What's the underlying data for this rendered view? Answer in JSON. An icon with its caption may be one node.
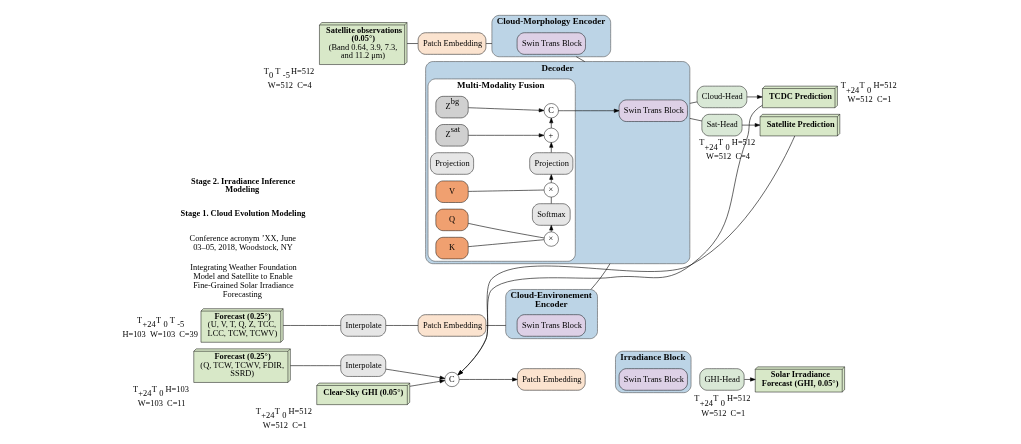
{
  "diagram": {
    "nodes": [
      {
        "text": [
          "Satellite observations (0.05°)",
          "(Band 0.64, 3.9, 7.3, and 11.2 μm)"
        ],
        "beside": [
          "T$_{0}$",
          "T$_{-5}$",
          "H=512",
          "W=512",
          "C=4"
        ]
      },
      {
        "text": [
          "Forecast (0.25°)",
          "(U, V, T, Q, Z, TCC, LCC, TCW, TCWV)"
        ],
        "beside": [
          "T$_{+24}$",
          "T$_{0}$",
          "T$_{-5}$",
          "H=103",
          "W=103",
          "C=39"
        ]
      },
      {
        "text": [
          "Patch Embedding"
        ]
      },
      {
        "text": [
          "Cloud-Morphology Encoder"
        ]
      },
      {
        "text": [
          "Swin Trans Block"
        ],
        "in": 3
      },
      {
        "text": [
          "Interpolate"
        ]
      },
      {
        "text": [
          "Patch Embedding"
        ]
      },
      {
        "text": [
          "Cloud-Environement Encoder"
        ]
      },
      {
        "text": [
          "Swin Trans Block"
        ],
        "in": 7
      },
      {
        "text": [
          "Decoder"
        ]
      },
      {
        "text": [
          "Multi-Modality Fusion"
        ],
        "in": 9
      },
      {
        "text": [
          "Z$^{sat}$"
        ],
        "in": 10
      },
      {
        "text": [
          "Z$^{bg}$"
        ],
        "in": 10
      },
      {
        "text": [
          "Projection"
        ],
        "in": 10
      },
      {
        "text": [
          "Q"
        ],
        "in": 10
      },
      {
        "text": [
          "K"
        ],
        "in": 10
      },
      {
        "text": [
          "V"
        ],
        "in": 10
      },
      {
        "text": [
          "×"
        ],
        "in": 10
      },
      {
        "text": [
          "Softmax"
        ],
        "in": 10
      },
      {
        "text": [
          "×"
        ],
        "in": 10
      },
      {
        "text": [
          "Projection"
        ],
        "in": 10
      },
      {
        "text": [
          "+"
        ],
        "in": 10
      },
      {
        "text": [
          "C"
        ],
        "in": 10
      },
      {
        "text": [
          "Swin Trans Block"
        ],
        "in": 9
      },
      {
        "text": [
          "Sat-Head"
        ]
      },
      {
        "text": [
          "Cloud-Head"
        ]
      },
      {
        "text": [
          "Satellite Prediction"
        ],
        "beside": [
          "T$_{+24}$",
          "T$_{0}$",
          "H=512",
          "W=512",
          "C=4"
        ]
      },
      {
        "text": [
          "TCDC Prediction"
        ],
        "beside": [
          "T$_{+24}$",
          "T$_{0}$",
          "H=512",
          "W=512",
          "C=1"
        ]
      },
      {
        "text": [
          "Clear-Sky GHI (0.05°)"
        ],
        "beside": [
          "T$_{+24}$",
          "T$_{0}$",
          "H=512",
          "W=512",
          "C=1"
        ]
      },
      {
        "text": [
          "C"
        ]
      },
      {
        "text": [
          "Forecast (0.25°)",
          "(Q, TCW, TCWV, FDIR, SSRD)"
        ],
        "beside": [
          "T$_{+24}$",
          "T$_{0}$",
          "H=103",
          "W=103",
          "C=11"
        ]
      },
      {
        "text": [
          "Interpolate"
        ]
      },
      {
        "text": [
          "Patch Embedding"
        ]
      },
      {
        "text": [
          "Irradiance Block"
        ]
      },
      {
        "text": [
          "Swin Trans Block"
        ],
        "in": 33
      },
      {
        "text": [
          "GHI-Head"
        ]
      },
      {
        "text": [
          "Solar Irradiance Forecast (GHI, 0.05°)"
        ],
        "beside": [
          "T$_{+24}$",
          "T$_{0}$",
          "H=512",
          "W=512",
          "C=1"
        ]
      }
    ],
    "edges": [
      {
        "from": 0,
        "to": 2,
        "arrow": "none"
      },
      {
        "from": 2,
        "to": 3,
        "arrow": "none"
      },
      {
        "from": 3,
        "to": 9,
        "arrow": "none"
      },
      {
        "from": 1,
        "to": 5,
        "arrow": "none"
      },
      {
        "from": 5,
        "to": 6,
        "arrow": "none"
      },
      {
        "from": 6,
        "to": 7,
        "arrow": "none"
      },
      {
        "from": 7,
        "to": 9,
        "arrow": "none"
      },
      {
        "from": 14,
        "to": 17,
        "arrow": "none"
      },
      {
        "from": 15,
        "to": 17,
        "arrow": "none"
      },
      {
        "from": 17,
        "to": 18,
        "arrow": "to"
      },
      {
        "from": 18,
        "to": 19,
        "arrow": "none"
      },
      {
        "from": 16,
        "to": 19,
        "arrow": "none"
      },
      {
        "from": 19,
        "to": 20,
        "arrow": "to"
      },
      {
        "from": 11,
        "to": 21,
        "arrow": "to"
      },
      {
        "from": 20,
        "to": 21,
        "arrow": "to"
      },
      {
        "from": 12,
        "to": 22,
        "arrow": "to"
      },
      {
        "from": 21,
        "to": 22,
        "arrow": "to"
      },
      {
        "from": 22,
        "to": 23,
        "arrow": "to"
      },
      {
        "from": 9,
        "to": 24,
        "arrow": "none"
      },
      {
        "from": 9,
        "to": 25,
        "arrow": "none"
      },
      {
        "from": 24,
        "to": 26,
        "arrow": "to"
      },
      {
        "from": 25,
        "to": 27,
        "arrow": "to"
      },
      {
        "from": 26,
        "to": 29,
        "arrow": "to"
      },
      {
        "from": 27,
        "to": 29,
        "arrow": "to"
      },
      {
        "from": 28,
        "to": 29,
        "arrow": "to"
      },
      {
        "from": 30,
        "to": 31,
        "arrow": "none"
      },
      {
        "from": 31,
        "to": 29,
        "arrow": "to"
      },
      {
        "from": 29,
        "to": 32,
        "arrow": "to"
      },
      {
        "from": 35,
        "to": 36,
        "arrow": "to"
      }
    ],
    "labels": [
      "Integrating Weather Foundation Model and Satellite to Enable Fine-Grained Solar Irradiance Forecasting",
      "Conference acronym ’XX, June 03–05, 2018, Woodstock, NY",
      "Stage 1. Cloud Evolution Modeling",
      "Stage 2. Irradiance Inference Modeling"
    ]
  }
}
